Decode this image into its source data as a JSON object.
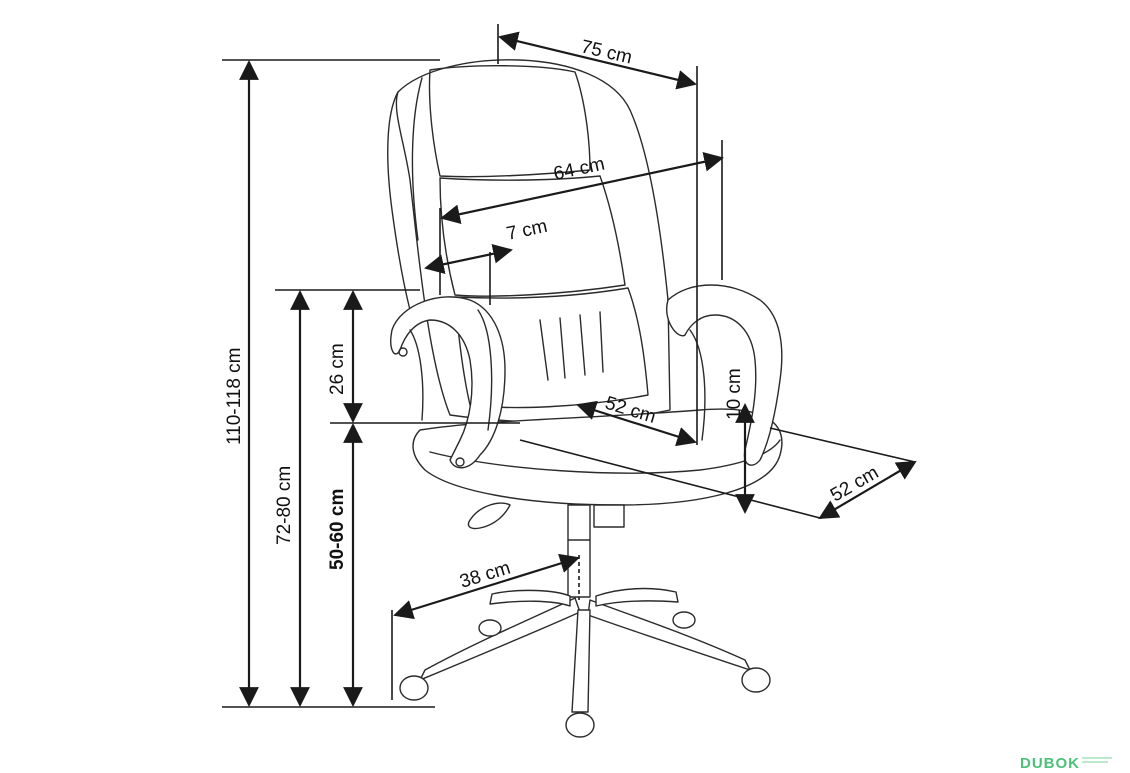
{
  "dimensions": {
    "overall_width": "75 cm",
    "seat_width": "64 cm",
    "armrest_width": "7 cm",
    "armrest_height_above_seat": "26 cm",
    "total_height": "110-118 cm",
    "armrest_floor_height": "72-80 cm",
    "seat_height": "50-60 cm",
    "seat_depth": "52 cm",
    "overall_depth": "52 cm",
    "seat_cushion_thickness": "10 cm",
    "base_radius": "38 cm"
  },
  "watermark": {
    "logo": "DUBOK",
    "color": "#4cc17a"
  }
}
